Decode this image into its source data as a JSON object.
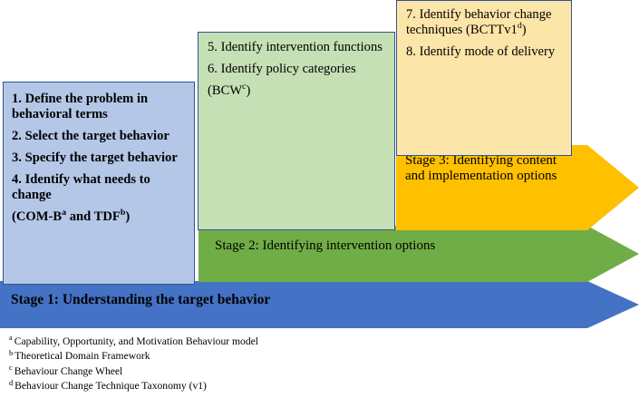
{
  "diagram": {
    "boxes": [
      {
        "id": "stage1",
        "color": "#B4C7E7",
        "lines": [
          {
            "text": "1. Define the problem in behavioral terms"
          },
          {
            "text": "2. Select the target behavior"
          },
          {
            "text": "3. Specify the target behavior"
          },
          {
            "text": "4. Identify what needs to change"
          },
          {
            "text": "(COM-B",
            "sup1": "a",
            "mid": " and TDF",
            "sup2": "b",
            "tail": ")"
          }
        ]
      },
      {
        "id": "stage2",
        "color": "#C5E0B4",
        "lines": [
          {
            "text": "5. Identify intervention functions"
          },
          {
            "text": "6. Identify policy categories"
          },
          {
            "text": "(BCW",
            "sup1": "c",
            "tail": ")"
          }
        ]
      },
      {
        "id": "stage3",
        "color": "#FCE5A8",
        "lines": [
          {
            "text": "7. Identify behavior change techniques (BCTTv1",
            "sup1": "d",
            "tail": ")"
          },
          {
            "text": "8. Identify mode of delivery"
          }
        ]
      }
    ],
    "arrows": [
      {
        "id": "blue",
        "label": "Stage 1: Understanding the target behavior",
        "color": "#4472C4"
      },
      {
        "id": "green",
        "label": "Stage 2: Identifying intervention options",
        "color": "#70AD47"
      },
      {
        "id": "gold",
        "label": "Stage 3: Identifying content and implementation options",
        "color": "#FFC000"
      }
    ]
  },
  "footnotes": [
    {
      "mark": "a",
      "text": "Capability, Opportunity, and Motivation Behaviour model"
    },
    {
      "mark": "b",
      "text": "Theoretical Domain Framework"
    },
    {
      "mark": "c",
      "text": "Behaviour Change Wheel"
    },
    {
      "mark": "d",
      "text": "Behaviour Change Technique Taxonomy (v1)"
    }
  ]
}
